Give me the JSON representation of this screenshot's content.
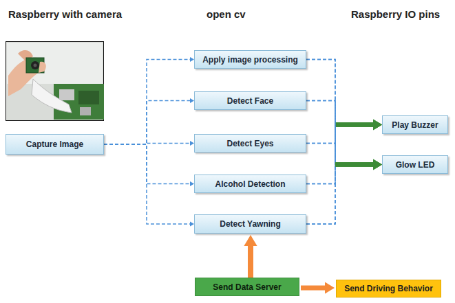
{
  "diagram": {
    "nodes": [
      {
        "text": [
          "Capture Image"
        ]
      },
      {
        "text": [
          "Apply image processing"
        ]
      },
      {
        "text": [
          "Detect Face"
        ]
      },
      {
        "text": [
          "Detect Eyes"
        ]
      },
      {
        "text": [
          "Alcohol Detection"
        ]
      },
      {
        "text": [
          "Detect Yawning"
        ]
      },
      {
        "text": [
          "Play Buzzer"
        ]
      },
      {
        "text": [
          "Glow LED"
        ]
      },
      {
        "text": [
          "Send Data Server"
        ]
      },
      {
        "text": [
          "Send Driving Behavior"
        ]
      }
    ],
    "edges": [
      {
        "from": 0,
        "to": 1,
        "arrow": "to"
      },
      {
        "from": 0,
        "to": 2,
        "arrow": "to"
      },
      {
        "from": 0,
        "to": 3,
        "arrow": "to"
      },
      {
        "from": 0,
        "to": 4,
        "arrow": "to"
      },
      {
        "from": 0,
        "to": 5,
        "arrow": "to"
      },
      {
        "from": 1,
        "to": 6,
        "arrow": "to"
      },
      {
        "from": 2,
        "to": 6,
        "arrow": "to"
      },
      {
        "from": 3,
        "to": 6,
        "arrow": "to"
      },
      {
        "from": 4,
        "to": 6,
        "arrow": "to"
      },
      {
        "from": 5,
        "to": 6,
        "arrow": "to"
      },
      {
        "from": 1,
        "to": 7,
        "arrow": "to"
      },
      {
        "from": 2,
        "to": 7,
        "arrow": "to"
      },
      {
        "from": 3,
        "to": 7,
        "arrow": "to"
      },
      {
        "from": 4,
        "to": 7,
        "arrow": "to"
      },
      {
        "from": 5,
        "to": 7,
        "arrow": "to"
      },
      {
        "from": 8,
        "to": 5,
        "arrow": "to"
      },
      {
        "from": 8,
        "to": 9,
        "arrow": "to"
      }
    ],
    "labels": [
      "Raspberry with camera",
      "open cv",
      "Raspberry IO pins"
    ]
  }
}
